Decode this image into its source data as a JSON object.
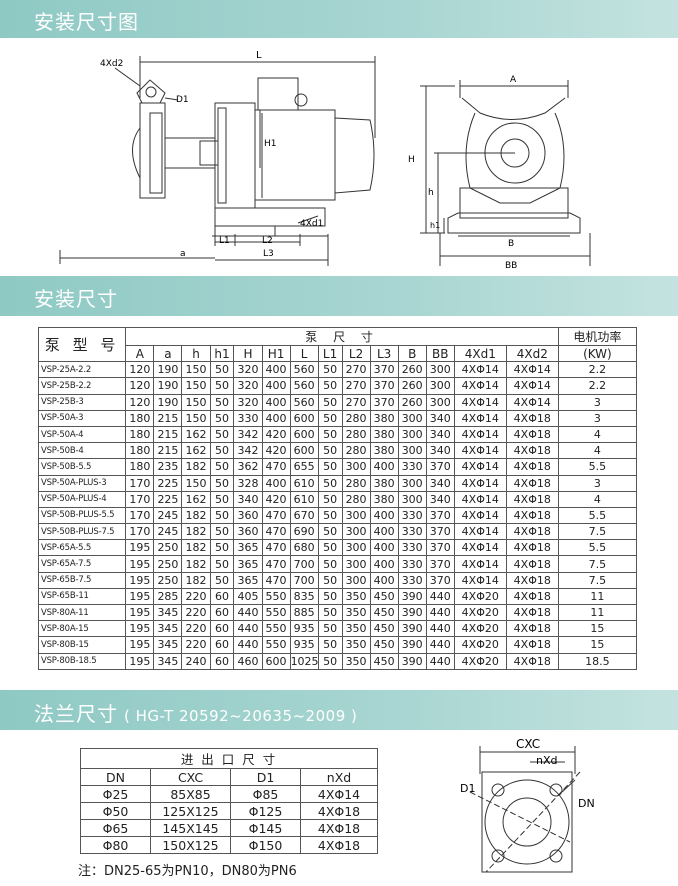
{
  "sections": {
    "install_drawing": "安装尺寸图",
    "install_dims": "安装尺寸",
    "flange_title": "法兰尺寸",
    "flange_standard": "( HG-T 20592~20635~2009 )"
  },
  "drawing_labels": {
    "L": "L",
    "d2": "4Xd2",
    "D1": "D1",
    "H1": "H1",
    "d1": "4Xd1",
    "L1": "L1",
    "L2": "L2",
    "a": "a",
    "L3": "L3",
    "A": "A",
    "H": "H",
    "h": "h",
    "h1": "h1",
    "B": "B",
    "BB": "BB"
  },
  "dims_table": {
    "col_model": "泵 型 号",
    "col_group": "泵    尺    寸",
    "col_power": "电机功率",
    "col_power_unit": "(KW)",
    "columns": [
      "A",
      "a",
      "h",
      "h1",
      "H",
      "H1",
      "L",
      "L1",
      "L2",
      "L3",
      "B",
      "BB",
      "4Xd1",
      "4Xd2"
    ],
    "rows": [
      [
        "VSP-25A-2.2",
        "120",
        "190",
        "150",
        "50",
        "320",
        "400",
        "560",
        "50",
        "270",
        "370",
        "260",
        "300",
        "4XΦ14",
        "4XΦ14",
        "2.2"
      ],
      [
        "VSP-25B-2.2",
        "120",
        "190",
        "150",
        "50",
        "320",
        "400",
        "560",
        "50",
        "270",
        "370",
        "260",
        "300",
        "4XΦ14",
        "4XΦ14",
        "2.2"
      ],
      [
        "VSP-25B-3",
        "120",
        "190",
        "150",
        "50",
        "320",
        "400",
        "560",
        "50",
        "270",
        "370",
        "260",
        "300",
        "4XΦ14",
        "4XΦ14",
        "3"
      ],
      [
        "VSP-50A-3",
        "180",
        "215",
        "150",
        "50",
        "330",
        "400",
        "600",
        "50",
        "280",
        "380",
        "300",
        "340",
        "4XΦ14",
        "4XΦ18",
        "3"
      ],
      [
        "VSP-50A-4",
        "180",
        "215",
        "162",
        "50",
        "342",
        "420",
        "600",
        "50",
        "280",
        "380",
        "300",
        "340",
        "4XΦ14",
        "4XΦ18",
        "4"
      ],
      [
        "VSP-50B-4",
        "180",
        "215",
        "162",
        "50",
        "342",
        "420",
        "600",
        "50",
        "280",
        "380",
        "300",
        "340",
        "4XΦ14",
        "4XΦ18",
        "4"
      ],
      [
        "VSP-50B-5.5",
        "180",
        "235",
        "182",
        "50",
        "362",
        "470",
        "655",
        "50",
        "300",
        "400",
        "330",
        "370",
        "4XΦ14",
        "4XΦ18",
        "5.5"
      ],
      [
        "VSP-50A-PLUS-3",
        "170",
        "225",
        "150",
        "50",
        "328",
        "400",
        "610",
        "50",
        "280",
        "380",
        "300",
        "340",
        "4XΦ14",
        "4XΦ18",
        "3"
      ],
      [
        "VSP-50A-PLUS-4",
        "170",
        "225",
        "162",
        "50",
        "340",
        "420",
        "610",
        "50",
        "280",
        "380",
        "300",
        "340",
        "4XΦ14",
        "4XΦ18",
        "4"
      ],
      [
        "VSP-50B-PLUS-5.5",
        "170",
        "245",
        "182",
        "50",
        "360",
        "470",
        "670",
        "50",
        "300",
        "400",
        "330",
        "370",
        "4XΦ14",
        "4XΦ18",
        "5.5"
      ],
      [
        "VSP-50B-PLUS-7.5",
        "170",
        "245",
        "182",
        "50",
        "360",
        "470",
        "690",
        "50",
        "300",
        "400",
        "330",
        "370",
        "4XΦ14",
        "4XΦ18",
        "7.5"
      ],
      [
        "VSP-65A-5.5",
        "195",
        "250",
        "182",
        "50",
        "365",
        "470",
        "680",
        "50",
        "300",
        "400",
        "330",
        "370",
        "4XΦ14",
        "4XΦ18",
        "5.5"
      ],
      [
        "VSP-65A-7.5",
        "195",
        "250",
        "182",
        "50",
        "365",
        "470",
        "700",
        "50",
        "300",
        "400",
        "330",
        "370",
        "4XΦ14",
        "4XΦ18",
        "7.5"
      ],
      [
        "VSP-65B-7.5",
        "195",
        "250",
        "182",
        "50",
        "365",
        "470",
        "700",
        "50",
        "300",
        "400",
        "330",
        "370",
        "4XΦ14",
        "4XΦ18",
        "7.5"
      ],
      [
        "VSP-65B-11",
        "195",
        "285",
        "220",
        "60",
        "405",
        "550",
        "835",
        "50",
        "350",
        "450",
        "390",
        "440",
        "4XΦ20",
        "4XΦ18",
        "11"
      ],
      [
        "VSP-80A-11",
        "195",
        "345",
        "220",
        "60",
        "440",
        "550",
        "885",
        "50",
        "350",
        "450",
        "390",
        "440",
        "4XΦ20",
        "4XΦ18",
        "11"
      ],
      [
        "VSP-80A-15",
        "195",
        "345",
        "220",
        "60",
        "440",
        "550",
        "935",
        "50",
        "350",
        "450",
        "390",
        "440",
        "4XΦ20",
        "4XΦ18",
        "15"
      ],
      [
        "VSP-80B-15",
        "195",
        "345",
        "220",
        "60",
        "440",
        "550",
        "935",
        "50",
        "350",
        "450",
        "390",
        "440",
        "4XΦ20",
        "4XΦ18",
        "15"
      ],
      [
        "VSP-80B-18.5",
        "195",
        "345",
        "240",
        "60",
        "460",
        "600",
        "1025",
        "50",
        "350",
        "450",
        "390",
        "440",
        "4XΦ20",
        "4XΦ18",
        "18.5"
      ]
    ]
  },
  "flange_table": {
    "group": "进  出  口  尺  寸",
    "columns": [
      "DN",
      "CXC",
      "D1",
      "nXd"
    ],
    "rows": [
      [
        "Φ25",
        "85X85",
        "Φ85",
        "4XΦ14"
      ],
      [
        "Φ50",
        "125X125",
        "Φ125",
        "4XΦ18"
      ],
      [
        "Φ65",
        "145X145",
        "Φ145",
        "4XΦ18"
      ],
      [
        "Φ80",
        "150X125",
        "Φ150",
        "4XΦ18"
      ]
    ]
  },
  "flange_labels": {
    "CXC": "CXC",
    "nXd": "nXd",
    "D1": "D1",
    "DN": "DN"
  },
  "note": "注：DN25-65为PN10，DN80为PN6"
}
